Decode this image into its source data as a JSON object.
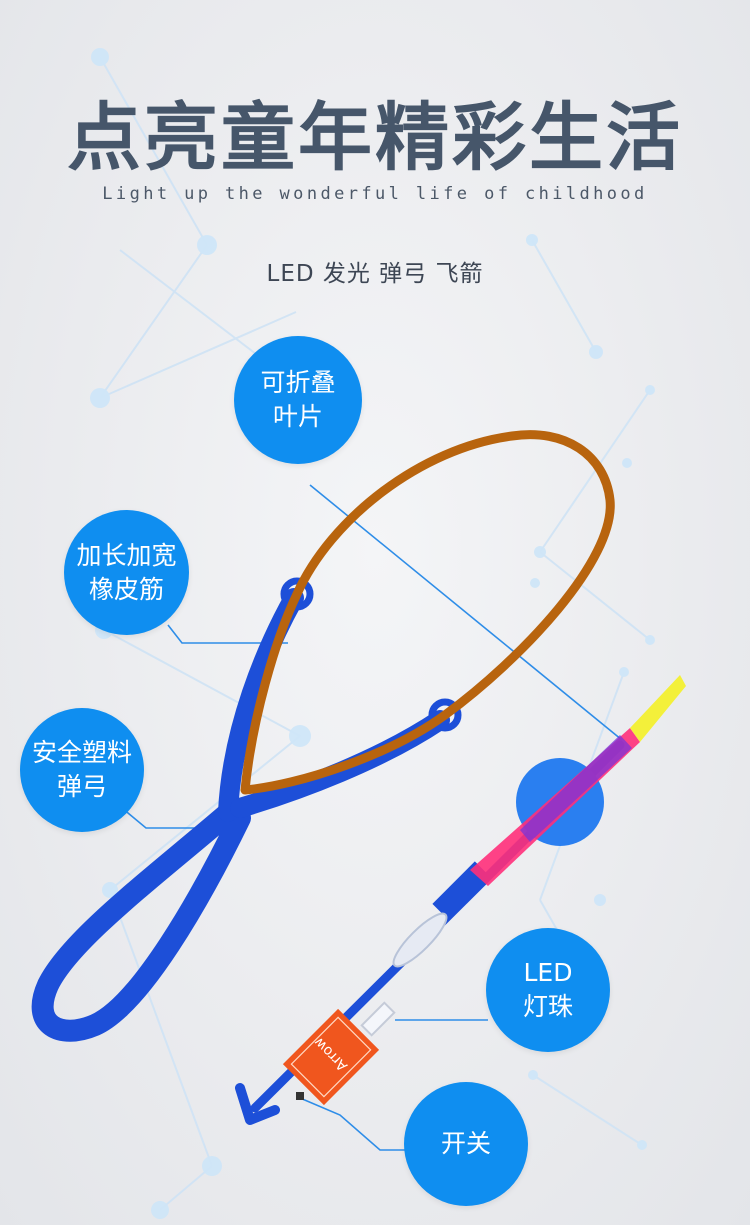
{
  "header": {
    "title": "点亮童年精彩生活",
    "subtitle": "Light up the wonderful life of childhood",
    "tagline": "LED 发光 弹弓 飞箭"
  },
  "callouts": [
    {
      "id": "foldable-blades",
      "line1": "可折叠",
      "line2": "叶片"
    },
    {
      "id": "rubber-band",
      "line1": "加长加宽",
      "line2": "橡皮筋"
    },
    {
      "id": "slingshot",
      "line1": "安全塑料",
      "line2": "弹弓"
    },
    {
      "id": "led-bead",
      "line1": "LED",
      "line2": "灯珠"
    },
    {
      "id": "switch",
      "line1": "开关",
      "line2": ""
    }
  ],
  "product": {
    "label_text": "Arrow"
  },
  "colors": {
    "callout_blue": "#0f8ef0",
    "slingshot_blue": "#1d4fd8",
    "rubber_band": "#b8640e",
    "title_gray": "#46566a",
    "led_orange": "#f0561e",
    "blade_pink": "#ff2f7a",
    "blade_yellow": "#f3f03a"
  }
}
